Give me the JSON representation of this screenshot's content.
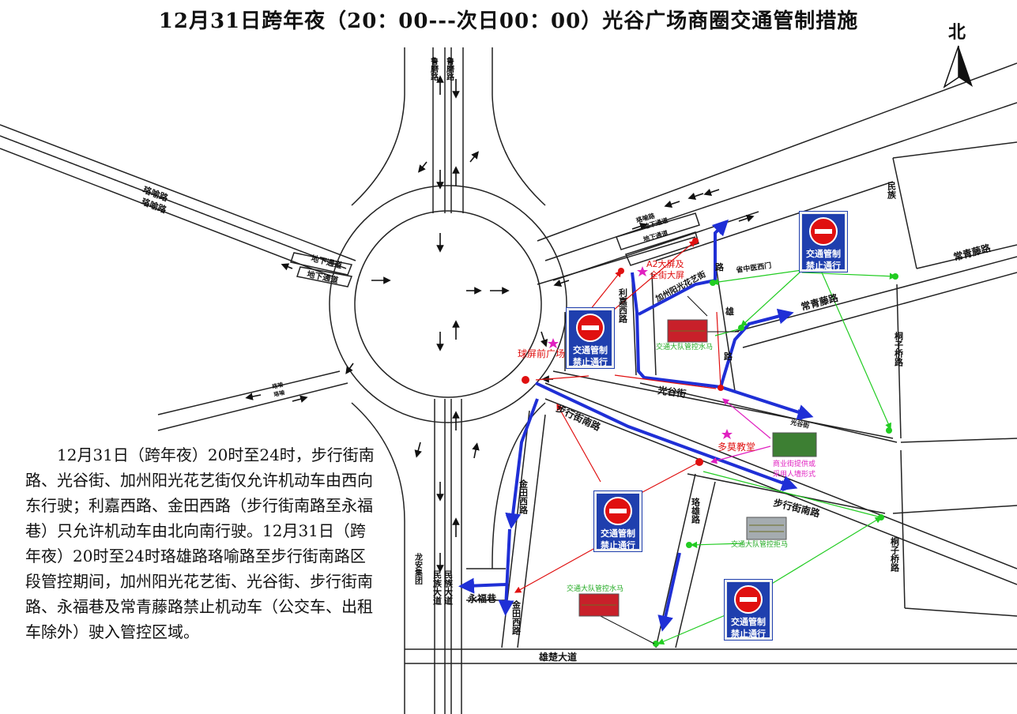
{
  "title": "12月31日跨年夜（20：00---次日00：00）光谷广场商圈交通管制措施",
  "north_label": "北",
  "roads": {
    "lumo_lu": "鲁磨路",
    "luoyu_lu_1": "珞喻路",
    "luoyu_lu_2": "珞喻路",
    "underground_1": "地下通道",
    "underground_2": "地下通道",
    "underground_3": "地下通道",
    "underground_4": "地下通道",
    "luoyu_small": "珞喻路",
    "luoyu_sw_1": "珞喻路",
    "luoyu_sw_2": "珞喻",
    "lijia_xilu": "利嘉西路",
    "jiazhou": "加州阳光花艺街",
    "luoxiong_top": "珞",
    "luoxiong_mid": "雄",
    "luoxiong_low": "路",
    "guanggu_jie_1": "光谷街",
    "guanggu_jie_2": "光谷街",
    "buxingjie_nanlu_1": "步行街南路",
    "buxingjie_nanlu_2": "步行街南路",
    "changqingteng_1": "常青藤路",
    "changqingteng_2": "常青藤路",
    "tongzi_1": "桐子桥路",
    "tongzi_2": "桐子桥路",
    "jintian_1": "金田西路",
    "jintian_2": "金田西路",
    "yongfu_xiang": "永福巷",
    "minzu_dadao_1": "民族大道",
    "minzu_dadao_2": "民族大道",
    "xiongchu_dadao": "雄楚大道",
    "longan": "龙安集团",
    "luoxiong_lu": "珞雄路",
    "hospital_west_gate": "省中医西门",
    "yuanchu_lu": "雄"
  },
  "places": {
    "a2_screen": "A2大屏及",
    "a2_screen_2": "全街大屏",
    "qiupin_square": "球屏前广场",
    "duoying_church": "多莫教堂",
    "commercial_note_1": "商业街提供或",
    "commercial_note_2": "采用人墙形式"
  },
  "measures": {
    "water_horse_1": "交通大队管控水马",
    "water_horse_2": "交通大队管控水马",
    "barricade": "交通大队管控拒马"
  },
  "control_sign": {
    "line1": "交通管制",
    "line2": "禁止通行"
  },
  "description": "12月31日（跨年夜）20时至24时，步行街南路、光谷街、加州阳光花艺街仅允许机动车由西向东行驶；利嘉西路、金田西路（步行街南路至永福巷）只允许机动车由北向南行驶。12月31日（跨年夜）20时至24时珞雄路珞喻路至步行街南路区段管控期间，加州阳光花艺街、光谷街、步行街南路、永福巷及常青藤路禁止机动车（公交车、出租车除外）驶入管控区域。",
  "colors": {
    "route_blue": "#1f2fd6",
    "control_red": "#e01010",
    "control_green": "#22cc22",
    "note_magenta": "#e020c0",
    "sign_blue": "#1f3fae"
  }
}
